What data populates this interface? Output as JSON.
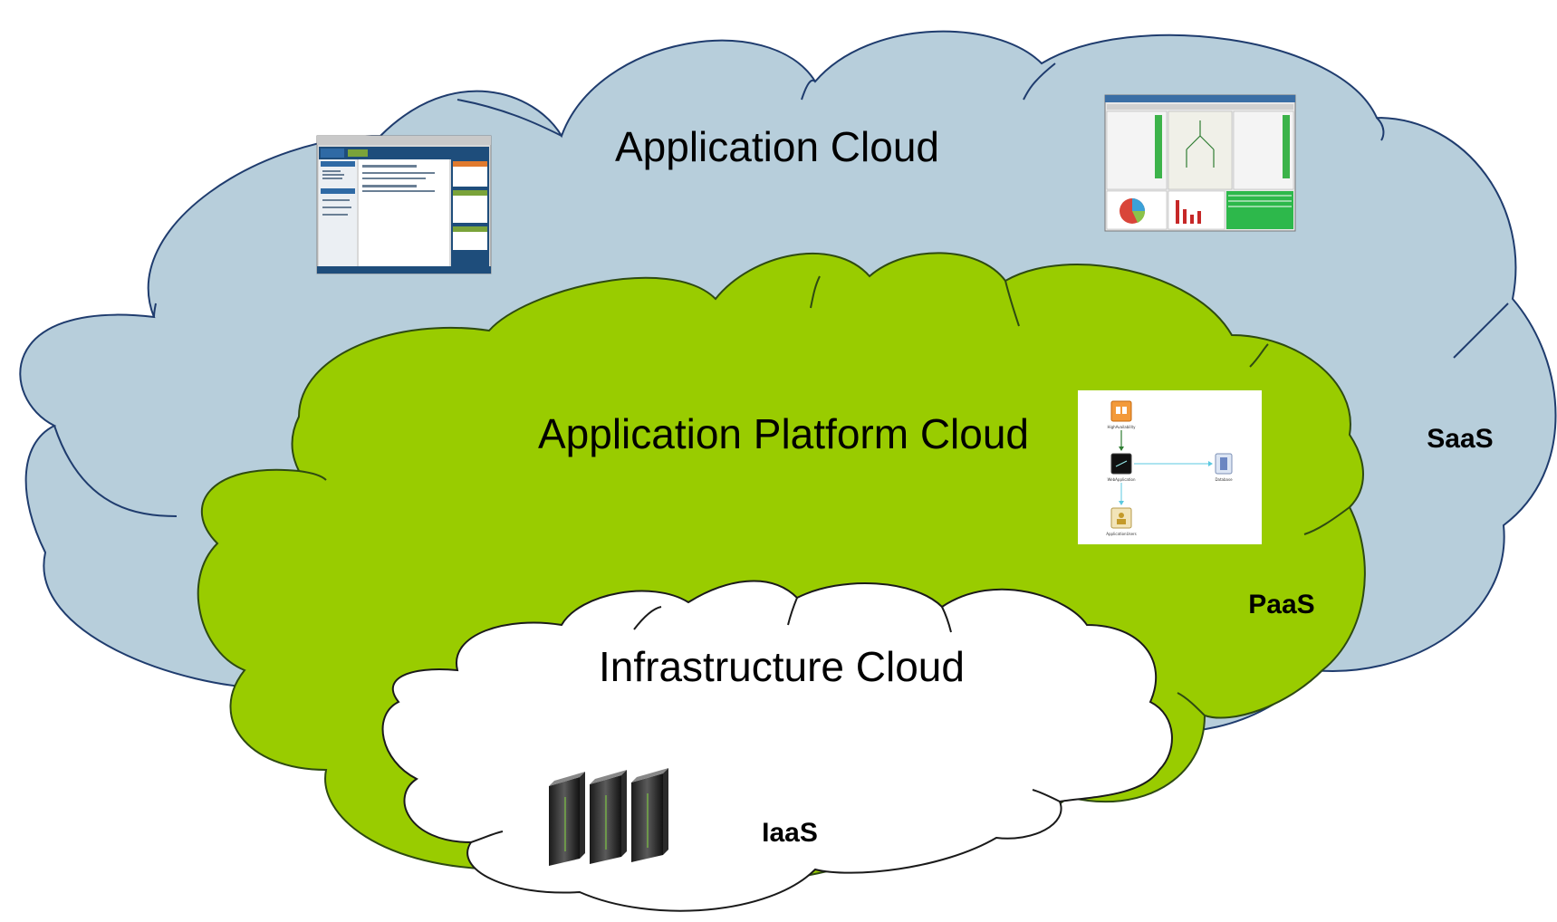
{
  "diagram": {
    "application_cloud": {
      "title": "Application Cloud",
      "tier": "SaaS",
      "fill": "#b7cedb",
      "stroke": "#1f3c6e"
    },
    "platform_cloud": {
      "title": "Application Platform Cloud",
      "tier": "PaaS",
      "fill": "#99cc00",
      "stroke": "#2e4a12",
      "flow": {
        "nodes": [
          "HighAvailability",
          "WebApplication",
          "Database",
          "ApplicationUsers"
        ]
      }
    },
    "infrastructure_cloud": {
      "title": "Infrastructure Cloud",
      "tier": "IaaS",
      "fill": "#ffffff",
      "stroke": "#1a1a1a",
      "icon": "server-rack-icon"
    }
  }
}
